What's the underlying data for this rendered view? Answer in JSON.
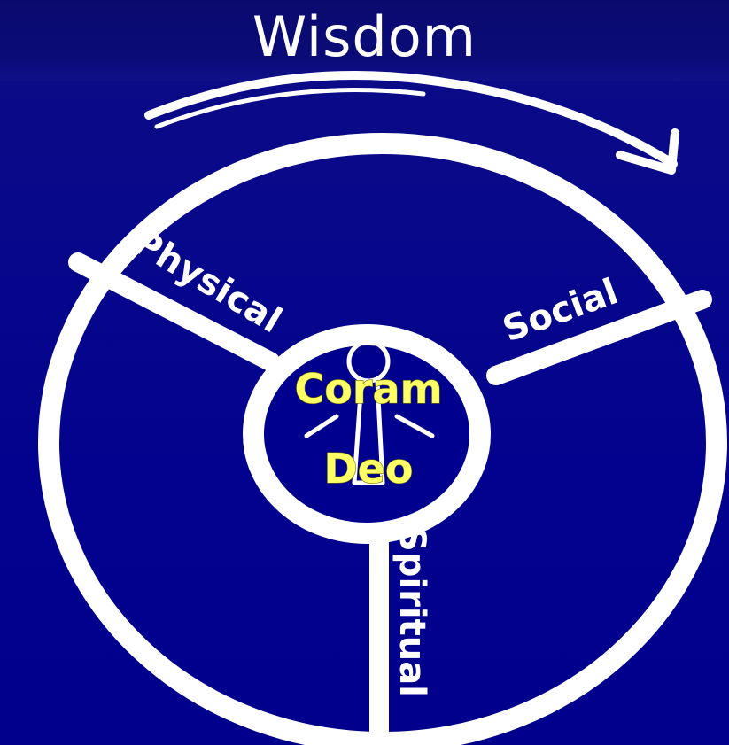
{
  "title": "Wisdom",
  "segments": {
    "physical": "Physical",
    "social": "Social",
    "spiritual": "Spiritual"
  },
  "center": {
    "line1": "Coram",
    "line2": "Deo"
  },
  "colors": {
    "background": "#00008e",
    "wheel": "#ffffff",
    "center_text": "#ffff66"
  },
  "icons": {
    "arrow": "curved-arrow-icon",
    "figure": "person-figure-icon"
  }
}
